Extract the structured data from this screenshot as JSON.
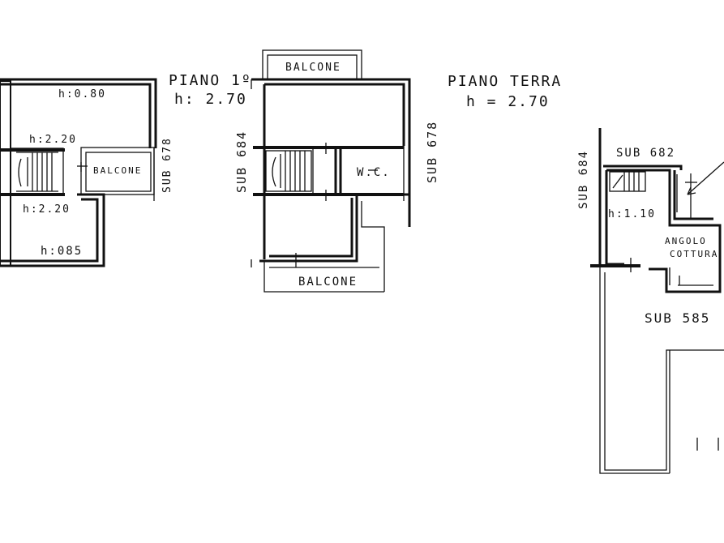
{
  "labels": {
    "top_floor_h_080": "h:0.80",
    "top_floor_h_220_upper": "h:2.20",
    "top_floor_h_220_lower": "h:2.20",
    "top_floor_h_085": "h:085",
    "top_floor_balcone": "BALCONE",
    "top_floor_sub": "SUB 678",
    "piano_1_title": "PIANO 1º",
    "piano_1_height": "h: 2.70",
    "piano_1_sub_left": "SUB 684",
    "piano_1_sub_right": "SUB 678",
    "piano_1_balcone_top": "BALCONE",
    "piano_1_balcone_bottom": "BALCONE",
    "piano_1_wc": "W.C.",
    "piano_terra_title": "PIANO TERRA",
    "piano_terra_height": "h = 2.70",
    "terra_sub_684": "SUB 684",
    "terra_sub_682": "SUB 682",
    "terra_h": "h:1.10",
    "terra_angolo": "ANGOLO",
    "terra_cottura": "COTTURA",
    "terra_sub_585": "SUB 585"
  }
}
